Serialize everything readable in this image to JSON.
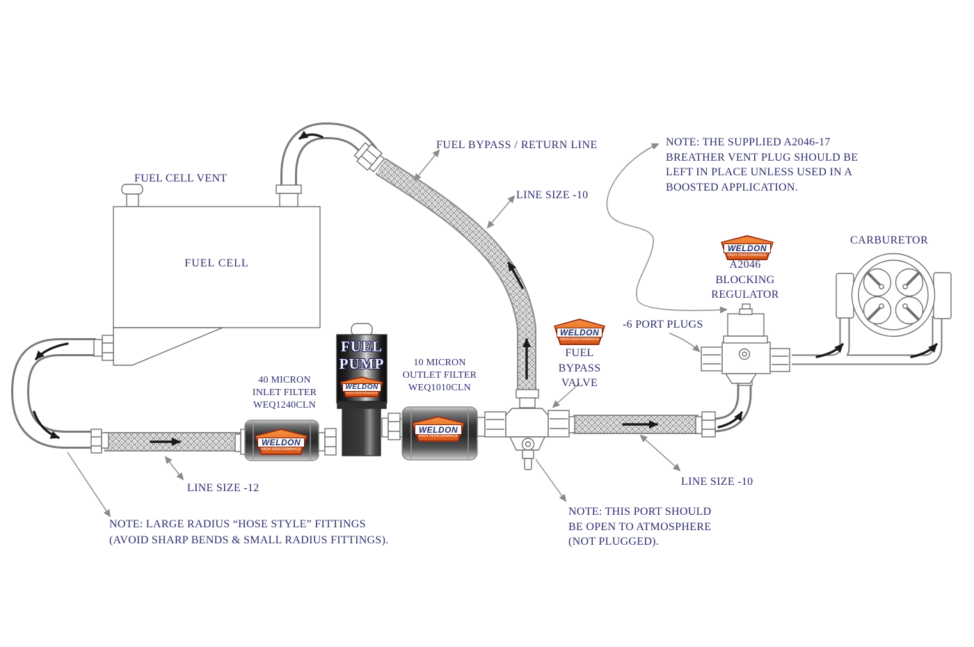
{
  "colors": {
    "text_navy": "#2e2e6e",
    "line_gray": "#6f6f6f",
    "badge_orange": "#e8722c",
    "badge_border": "#9c2b12",
    "badge_text": "#22306e"
  },
  "brand": {
    "name": "WELDON",
    "tagline": "HIGH PERFORMANCE"
  },
  "labels": {
    "fuel_cell_vent": "FUEL CELL VENT",
    "fuel_cell": "FUEL CELL",
    "fuel_bypass_return_line": "FUEL BYPASS / RETURN LINE",
    "line_size_10_return": "LINE SIZE -10",
    "line_size_10_pressure": "LINE SIZE -10",
    "line_size_12": "LINE SIZE -12",
    "carburetor": "CARBURETOR",
    "port_plugs": "-6 PORT PLUGS",
    "fuel_pump": [
      "FUEL",
      "PUMP"
    ],
    "inlet_filter": [
      "40 MICRON",
      "INLET FILTER",
      "WEQ1240CLN"
    ],
    "outlet_filter": [
      "10 MICRON",
      "OUTLET FILTER",
      "WEQ1010CLN"
    ],
    "bypass_valve": [
      "FUEL",
      "BYPASS",
      "VALVE"
    ],
    "regulator": [
      "A2046",
      "BLOCKING",
      "REGULATOR"
    ]
  },
  "notes": {
    "breather_vent": [
      "NOTE: THE SUPPLIED A2046-17",
      "BREATHER VENT PLUG SHOULD BE",
      "LEFT IN PLACE UNLESS USED IN A",
      "BOOSTED APPLICATION."
    ],
    "large_radius": [
      "NOTE: LARGE RADIUS “HOSE STYLE” FITTINGS",
      "(AVOID SHARP BENDS & SMALL RADIUS FITTINGS)."
    ],
    "open_port": [
      "NOTE: THIS PORT SHOULD",
      "BE OPEN TO ATMOSPHERE",
      "(NOT PLUGGED)."
    ]
  }
}
